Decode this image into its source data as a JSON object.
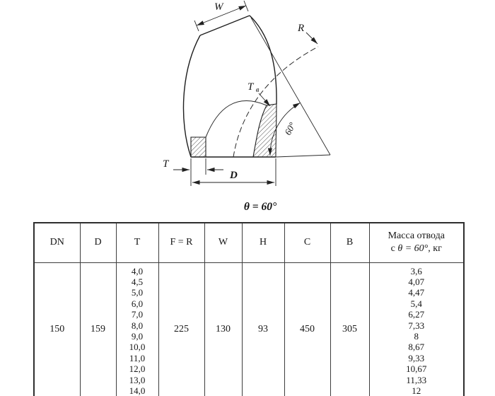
{
  "drawing": {
    "labels": {
      "w": "W",
      "r": "R",
      "tv_main": "T",
      "tv_sub": "в",
      "angle": "60°",
      "t": "T",
      "d": "D"
    },
    "caption": "θ = 60°"
  },
  "table": {
    "headers": [
      "DN",
      "D",
      "T",
      "F = R",
      "W",
      "H",
      "C",
      "B"
    ],
    "mass_header": {
      "line1": "Масса отвода",
      "line2_prefix": "с ",
      "line2_italic": "θ = 60°",
      "line2_suffix": ", кг"
    },
    "row": {
      "dn": "150",
      "d": "159",
      "t_values": [
        "4,0",
        "4,5",
        "5,0",
        "6,0",
        "7,0",
        "8,0",
        "9,0",
        "10,0",
        "11,0",
        "12,0",
        "13,0",
        "14,0"
      ],
      "f_r": "225",
      "w": "130",
      "h": "93",
      "c": "450",
      "b": "305",
      "mass_values": [
        "3,6",
        "4,07",
        "4,47",
        "5,4",
        "6,27",
        "7,33",
        "8",
        "8,67",
        "9,33",
        "10,67",
        "11,33",
        "12"
      ]
    }
  }
}
